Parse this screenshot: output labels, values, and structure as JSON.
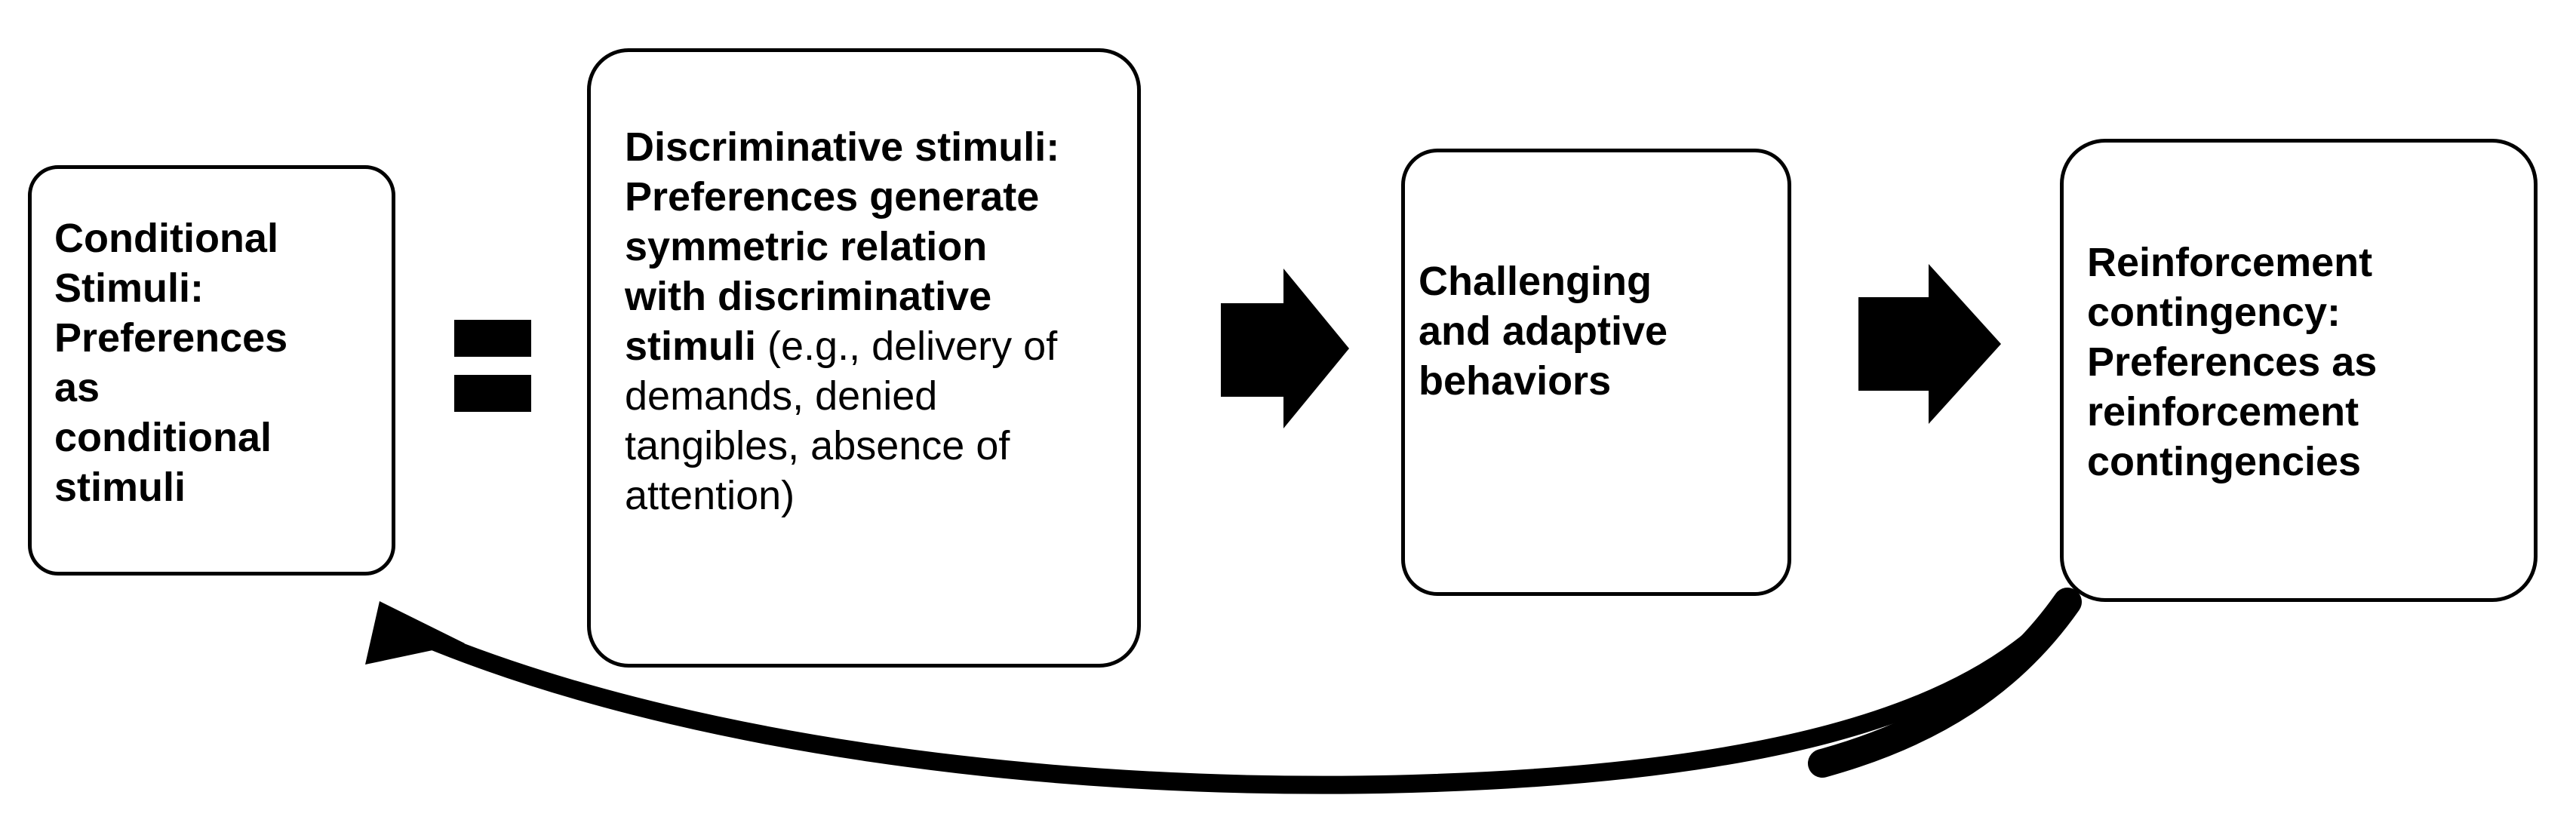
{
  "colors": {
    "ink": "#000000",
    "background": "#ffffff"
  },
  "boxes": [
    {
      "name": "conditional-stimuli",
      "lines": [
        "Conditional",
        "Stimuli:",
        "Preferences",
        "as",
        "conditional",
        "stimuli"
      ]
    },
    {
      "name": "discriminative-stimuli",
      "bold_lines": [
        "Discriminative stimuli:",
        "Preferences generate",
        "symmetric relation",
        "with discriminative",
        "stimuli"
      ],
      "note_text": " (e.g., delivery of\ndemands, denied\ntangibles, absence of\nattention)"
    },
    {
      "name": "challenging-adaptive-behaviors",
      "lines": [
        "Challenging",
        "and adaptive",
        "behaviors"
      ]
    },
    {
      "name": "reinforcement-contingency",
      "lines": [
        "Reinforcement",
        "contingency:",
        "Preferences as",
        "reinforcement",
        "contingencies"
      ]
    }
  ],
  "connectors": [
    {
      "name": "equals-sign",
      "type": "equivalence",
      "between": [
        "conditional-stimuli",
        "discriminative-stimuli"
      ]
    },
    {
      "name": "arrow-1",
      "type": "block-arrow-right",
      "between": [
        "discriminative-stimuli",
        "challenging-adaptive-behaviors"
      ]
    },
    {
      "name": "arrow-2",
      "type": "block-arrow-right",
      "between": [
        "challenging-adaptive-behaviors",
        "reinforcement-contingency"
      ]
    },
    {
      "name": "feedback-loop",
      "type": "curved-arrow",
      "between": [
        "reinforcement-contingency",
        "conditional-stimuli"
      ]
    }
  ]
}
